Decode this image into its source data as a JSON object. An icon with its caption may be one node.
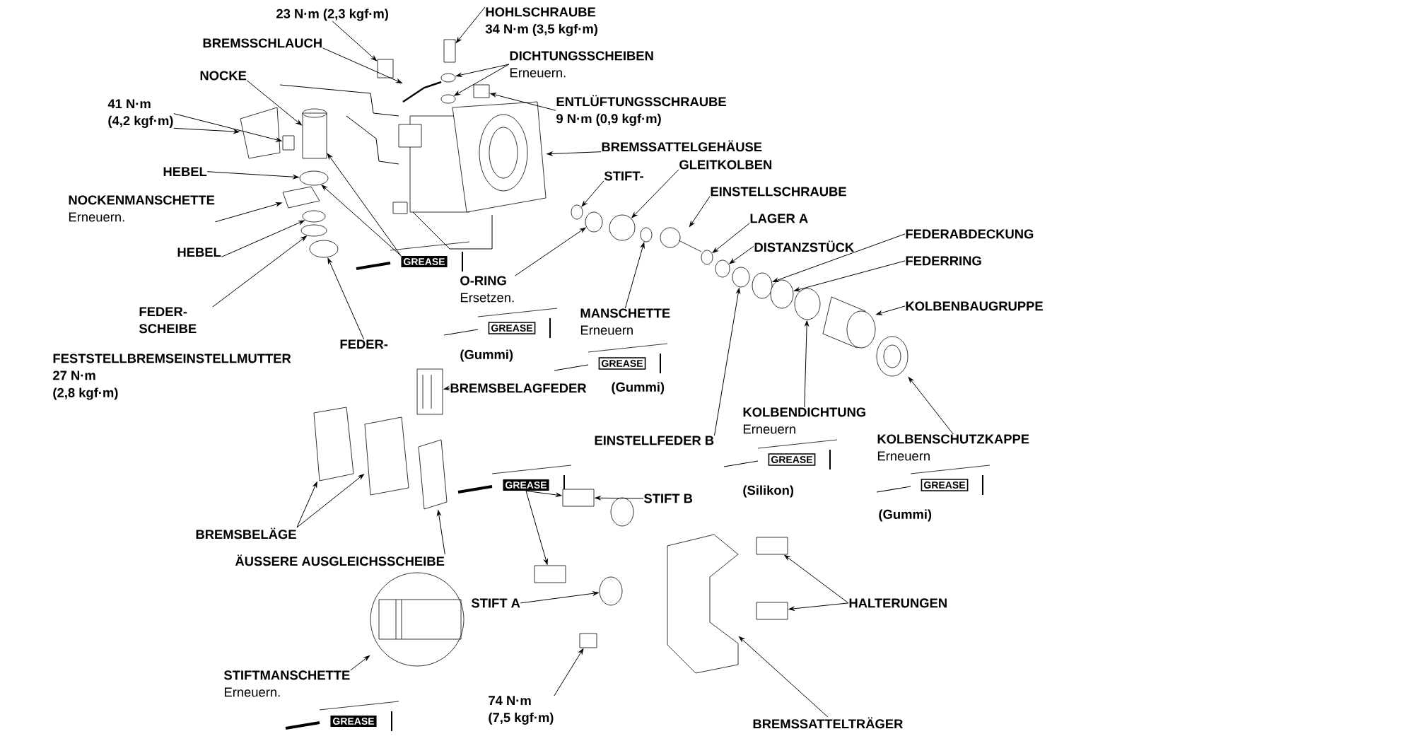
{
  "diagram": {
    "nodes": [
      {
        "text": [
          "23 N·m (2,3 kgf·m)"
        ]
      },
      {
        "text": [
          "HOHLSCHRAUBE",
          "34 N·m (3,5 kgf·m)"
        ]
      },
      {
        "text": [
          "BREMSSCHLAUCH"
        ]
      },
      {
        "text": [
          "DICHTUNGSSCHEIBEN",
          "Erneuern."
        ]
      },
      {
        "text": [
          "NOCKE"
        ]
      },
      {
        "text": [
          "ENTLÜFTUNGSSCHRAUBE",
          "9 N·m (0,9 kgf·m)"
        ]
      },
      {
        "text": [
          "41 N·m",
          "(4,2 kgf·m)"
        ]
      },
      {
        "text": [
          "BREMSSATTELGEHÄUSE"
        ]
      },
      {
        "text": [
          "STIFT-"
        ]
      },
      {
        "text": [
          "GLEITKOLBEN"
        ]
      },
      {
        "text": [
          "HEBEL"
        ]
      },
      {
        "text": [
          "EINSTELLSCHRAUBE"
        ]
      },
      {
        "text": [
          "NOCKENMANSCHETTE",
          "Erneuern."
        ]
      },
      {
        "text": [
          "LAGER A"
        ]
      },
      {
        "text": [
          "FEDERABDECKUNG"
        ]
      },
      {
        "text": [
          "DISTANZSTÜCK"
        ]
      },
      {
        "text": [
          "HEBEL"
        ]
      },
      {
        "text": [
          "GREASE"
        ]
      },
      {
        "text": [
          "FEDERRING"
        ]
      },
      {
        "text": [
          "O-RING",
          "Ersetzen."
        ]
      },
      {
        "text": [
          "KOLBENBAUGRUPPE"
        ]
      },
      {
        "text": [
          "FEDER- SCHEIBE"
        ]
      },
      {
        "text": [
          "MANSCHETTE",
          "Erneuern"
        ]
      },
      {
        "text": [
          "GREASE"
        ],
        "beside": [
          "(Gummi)"
        ]
      },
      {
        "text": [
          "FEDER-"
        ]
      },
      {
        "text": [
          "GREASE"
        ],
        "beside": [
          "(Gummi)"
        ]
      },
      {
        "text": [
          "BREMSBELAGFEDER"
        ]
      },
      {
        "text": [
          "KOLBENDICHTUNG",
          "Erneuern"
        ]
      },
      {
        "text": [
          "EINSTELLFEDER B"
        ]
      },
      {
        "text": [
          "KOLBENSCHUTZKAPPE",
          "Erneuern"
        ]
      },
      {
        "text": [
          "GREASE"
        ],
        "beside": [
          "(Silikon)"
        ]
      },
      {
        "text": [
          "GREASE"
        ],
        "beside": [
          "(Gummi)"
        ]
      },
      {
        "text": [
          "GREASE"
        ]
      },
      {
        "text": [
          "STIFT B"
        ]
      },
      {
        "text": [
          "BREMSBELÄGE"
        ]
      },
      {
        "text": [
          "ÄUSSERE AUSGLEICHSSCHEIBE"
        ]
      },
      {
        "text": [
          "STIFT A"
        ]
      },
      {
        "text": [
          "HALTERUNGEN"
        ]
      },
      {
        "text": [
          "STIFTMANSCHETTE",
          "Erneuern."
        ]
      },
      {
        "text": [
          "74 N·m",
          "(7,5 kgf·m)"
        ]
      },
      {
        "text": [
          "GREASE"
        ]
      },
      {
        "text": [
          "BREMSSATTELTRÄGER"
        ]
      },
      {
        "text": [],
        "shape": "box"
      },
      {
        "text": [],
        "shape": "box"
      },
      {
        "text": [],
        "shape": "circle"
      },
      {
        "text": [],
        "shape": "circle"
      },
      {
        "text": [],
        "shape": "box"
      },
      {
        "text": [],
        "shape": "picture"
      },
      {
        "text": [],
        "shape": "picture"
      },
      {
        "text": [],
        "shape": "box"
      },
      {
        "text": [],
        "shape": "cylinder"
      },
      {
        "text": [],
        "shape": "circle"
      },
      {
        "text": [],
        "shape": "picture"
      },
      {
        "text": [],
        "shape": "circle"
      },
      {
        "text": [],
        "shape": "circle"
      },
      {
        "text": [],
        "shape": "circle"
      },
      {
        "text": [],
        "shape": "box"
      },
      {
        "text": [],
        "shape": "picture"
      },
      {
        "text": [],
        "shape": "circle"
      },
      {
        "text": [],
        "shape": "circle"
      },
      {
        "text": [],
        "shape": "circle"
      },
      {
        "text": [],
        "shape": "circle"
      },
      {
        "text": [],
        "shape": "picture"
      },
      {
        "text": [],
        "shape": "circle"
      },
      {
        "text": [],
        "shape": "circle"
      },
      {
        "text": [],
        "shape": "circle"
      },
      {
        "text": [],
        "shape": "circle"
      },
      {
        "text": [],
        "shape": "circle"
      },
      {
        "text": [],
        "shape": "circle"
      },
      {
        "text": [],
        "shape": "picture"
      },
      {
        "text": [],
        "shape": "picture"
      },
      {
        "text": [],
        "shape": "picture"
      },
      {
        "text": [],
        "shape": "picture"
      },
      {
        "text": [],
        "shape": "picture"
      },
      {
        "text": [],
        "shape": "picture"
      },
      {
        "text": [],
        "shape": "box"
      },
      {
        "text": [],
        "shape": "circle"
      },
      {
        "text": [],
        "shape": "box"
      },
      {
        "text": [],
        "shape": "circle"
      },
      {
        "text": [],
        "shape": "box"
      },
      {
        "text": [],
        "shape": "picture"
      },
      {
        "text": [],
        "shape": "picture"
      },
      {
        "text": [],
        "shape": "box"
      },
      {
        "text": [],
        "shape": "box"
      }
    ],
    "edges": [
      {
        "from": 0,
        "to": 42,
        "arrow": "to"
      },
      {
        "from": 1,
        "to": 43,
        "arrow": "to"
      },
      {
        "from": 3,
        "to": 44,
        "arrow": "to"
      },
      {
        "from": 3,
        "to": 45,
        "arrow": "to"
      },
      {
        "from": 5,
        "to": 46,
        "arrow": "to"
      },
      {
        "from": 2,
        "to": 47,
        "arrow": "to"
      },
      {
        "from": 4,
        "to": 50,
        "arrow": "to"
      },
      {
        "from": 6,
        "to": 49,
        "arrow": "to"
      },
      {
        "from": 6,
        "to": 48,
        "arrow": "to"
      },
      {
        "from": 7,
        "to": 57,
        "arrow": "to"
      },
      {
        "from": 8,
        "to": 58,
        "arrow": "to"
      },
      {
        "from": 9,
        "to": 60,
        "arrow": "to"
      },
      {
        "from": 10,
        "to": 51,
        "arrow": "to"
      },
      {
        "from": 11,
        "to": 62,
        "arrow": "to"
      },
      {
        "from": 12,
        "to": 52,
        "arrow": "to"
      },
      {
        "from": 13,
        "to": 63,
        "arrow": "to"
      },
      {
        "from": 14,
        "to": 66,
        "arrow": "to"
      },
      {
        "from": 15,
        "to": 64,
        "arrow": "to"
      },
      {
        "from": 16,
        "to": 53,
        "arrow": "to"
      },
      {
        "from": 17,
        "to": 50,
        "arrow": "to"
      },
      {
        "from": 17,
        "to": 51,
        "arrow": "to"
      },
      {
        "from": 18,
        "to": 67,
        "arrow": "to"
      },
      {
        "from": 19,
        "to": 59,
        "arrow": "to"
      },
      {
        "from": 20,
        "to": 69,
        "arrow": "to"
      },
      {
        "from": 21,
        "to": 54,
        "arrow": "to"
      },
      {
        "from": 22,
        "to": 61,
        "arrow": "to"
      },
      {
        "from": 24,
        "to": 55,
        "arrow": "to"
      },
      {
        "from": 26,
        "to": 74,
        "arrow": "to"
      },
      {
        "from": 27,
        "to": 68,
        "arrow": "to"
      },
      {
        "from": 28,
        "to": 65,
        "arrow": "to"
      },
      {
        "from": 29,
        "to": 70,
        "arrow": "to"
      },
      {
        "from": 32,
        "to": 75,
        "arrow": "to"
      },
      {
        "from": 32,
        "to": 77,
        "arrow": "to"
      },
      {
        "from": 33,
        "to": 75,
        "arrow": "to"
      },
      {
        "from": 34,
        "to": 71,
        "arrow": "to"
      },
      {
        "from": 34,
        "to": 72,
        "arrow": "to"
      },
      {
        "from": 35,
        "to": 73,
        "arrow": "to"
      },
      {
        "from": 36,
        "to": 78,
        "arrow": "to"
      },
      {
        "from": 37,
        "to": 82,
        "arrow": "to"
      },
      {
        "from": 37,
        "to": 83,
        "arrow": "to"
      },
      {
        "from": 38,
        "to": 81,
        "arrow": "to"
      },
      {
        "from": 39,
        "to": 79,
        "arrow": "to"
      },
      {
        "from": 41,
        "to": 80,
        "arrow": "to"
      }
    ],
    "labels": [
      "FESTSTELLBREMSEINSTELLMUTTER",
      "27 N·m",
      "(2,8 kgf·m)"
    ]
  }
}
